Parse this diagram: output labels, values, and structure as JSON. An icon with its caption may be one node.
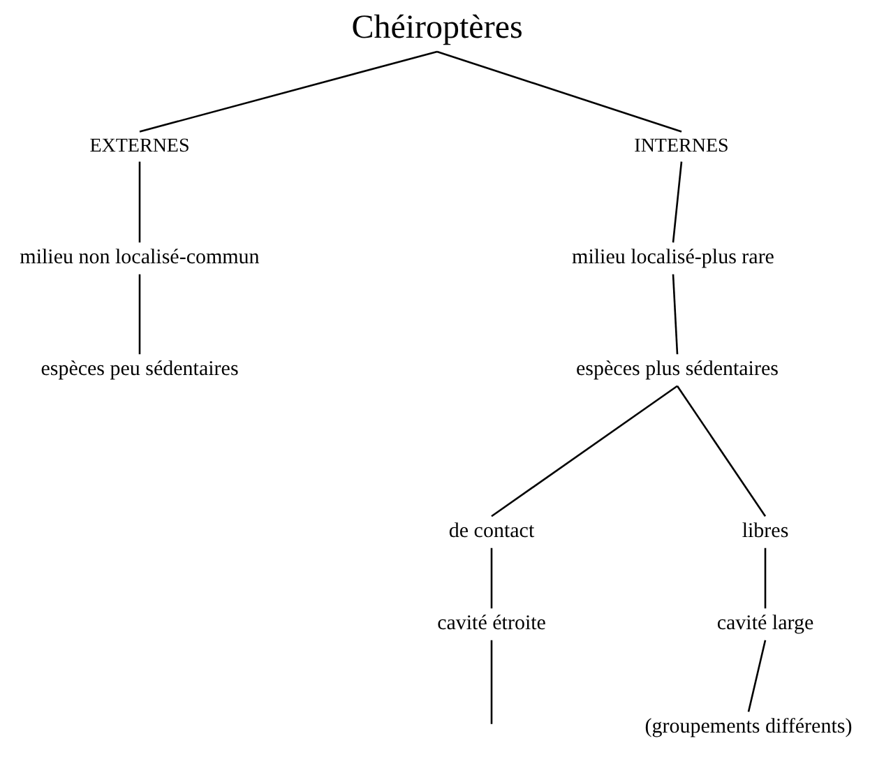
{
  "diagram": {
    "nodes": [
      {
        "text": [
          "Chéiroptères"
        ]
      },
      {
        "text": [
          "EXTERNES"
        ]
      },
      {
        "text": [
          "INTERNES"
        ]
      },
      {
        "text": [
          "milieu non localisé-commun"
        ]
      },
      {
        "text": [
          "milieu localisé-plus rare"
        ]
      },
      {
        "text": [
          "espèces peu sédentaires"
        ]
      },
      {
        "text": [
          "espèces plus sédentaires"
        ]
      },
      {
        "text": [
          "de contact"
        ]
      },
      {
        "text": [
          "libres"
        ]
      },
      {
        "text": [
          "cavité étroite"
        ]
      },
      {
        "text": [
          "cavité large"
        ]
      },
      {
        "text": [
          "(groupements différents)"
        ]
      }
    ],
    "edges": [
      {
        "from": 0,
        "to": 1,
        "arrow": "none"
      },
      {
        "from": 0,
        "to": 2,
        "arrow": "none"
      },
      {
        "from": 1,
        "to": 3,
        "arrow": "none"
      },
      {
        "from": 3,
        "to": 5,
        "arrow": "none"
      },
      {
        "from": 2,
        "to": 4,
        "arrow": "none"
      },
      {
        "from": 4,
        "to": 6,
        "arrow": "none"
      },
      {
        "from": 6,
        "to": 7,
        "arrow": "none"
      },
      {
        "from": 6,
        "to": 8,
        "arrow": "none"
      },
      {
        "from": 7,
        "to": 9,
        "arrow": "none"
      },
      {
        "from": 8,
        "to": 10,
        "arrow": "none"
      },
      {
        "from": 9,
        "to": null,
        "arrow": "none"
      },
      {
        "from": 10,
        "to": 11,
        "arrow": "none"
      }
    ]
  }
}
